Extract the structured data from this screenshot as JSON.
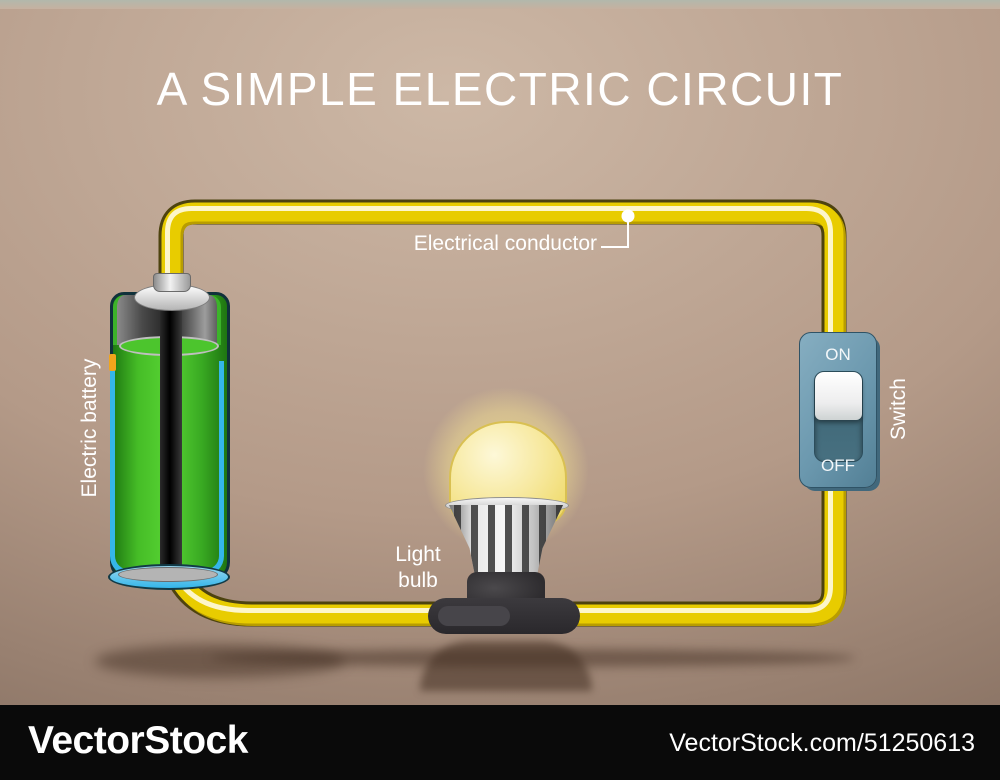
{
  "title": "A SIMPLE ELECTRIC CIRCUIT",
  "labels": {
    "conductor": "Electrical conductor",
    "battery": "Electric battery",
    "bulb_line1": "Light",
    "bulb_line2": "bulb",
    "switch": "Switch"
  },
  "switch": {
    "on": "ON",
    "off": "OFF",
    "state": "ON"
  },
  "watermark": {
    "brand": "VectorStock",
    "credit": "VectorStock.com/51250613"
  },
  "colors": {
    "wire_body": "#e8cc00",
    "wire_outline": "#4d430f",
    "wire_shade": "#b89d00",
    "wire_highlight": "#fffbe0",
    "battery_green": "#58d434",
    "battery_shell_blue": "#35b6e9",
    "switch_body": "#6b98ae",
    "bulb_glow": "#f9e992",
    "background_top": "#cdb8a6",
    "background_bottom": "#786459",
    "bar_background": "#0a0a0a"
  }
}
